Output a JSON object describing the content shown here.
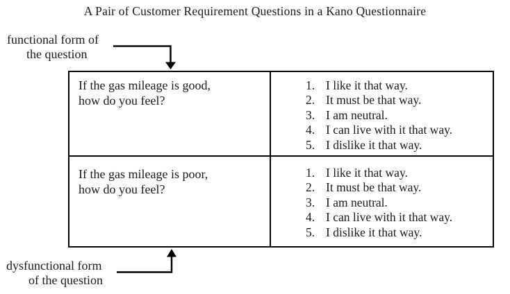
{
  "title": "A Pair of Customer Requirement Questions in a Kano Questionnaire",
  "annotations": {
    "functional": {
      "line1": "functional form of",
      "line2": "the question"
    },
    "dysfunctional": {
      "line1": "dysfunctional form",
      "line2": "of the question"
    }
  },
  "table": {
    "rows": [
      {
        "question_line1": "If the gas mileage is good,",
        "question_line2": "how do you feel?",
        "options": [
          {
            "num": "1.",
            "text": "I like it that way."
          },
          {
            "num": "2.",
            "text": "It must be that way."
          },
          {
            "num": "3.",
            "text": "I am neutral."
          },
          {
            "num": "4.",
            "text": "I can live with it that way."
          },
          {
            "num": "5.",
            "text": "I dislike it that way."
          }
        ]
      },
      {
        "question_line1": "If the gas mileage is poor,",
        "question_line2": "how do you feel?",
        "options": [
          {
            "num": "1.",
            "text": "I like it that way."
          },
          {
            "num": "2.",
            "text": "It must be that way."
          },
          {
            "num": "3.",
            "text": "I am neutral."
          },
          {
            "num": "4.",
            "text": "I can live with it that way."
          },
          {
            "num": "5.",
            "text": "I dislike it that way."
          }
        ]
      }
    ]
  },
  "colors": {
    "ink": "#1a1a1a",
    "border": "#000000",
    "background": "#ffffff"
  }
}
